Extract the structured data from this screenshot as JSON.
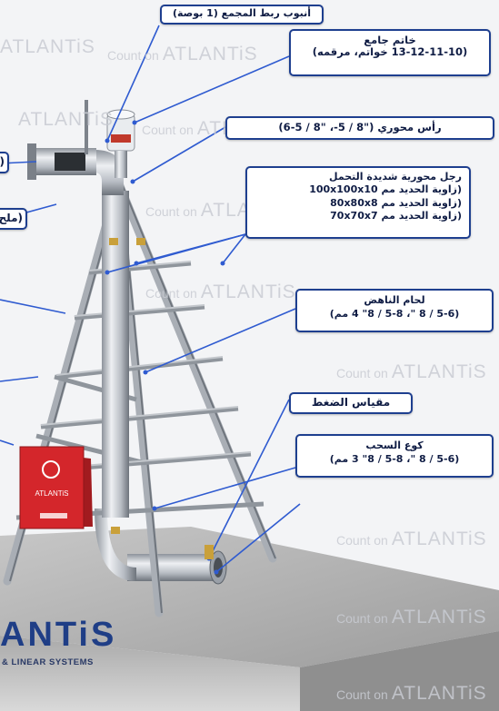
{
  "watermark": {
    "prefix": "Count on",
    "brand": "ATLANTiS"
  },
  "callouts": {
    "collector_pipe": "أنبوب ربط المجمع (1 بوصة)",
    "collector_ring": {
      "line1": "خاتم جامع",
      "line2": "(13-12-11-10 خواتم، مرقمه)"
    },
    "pivot_head": "رأس محوري (\"8 / 5-، \"8 / 5-6)",
    "legs": {
      "line1": "رجل محورية شديدة التحمل",
      "line2": "(زاوية الحديد مم 100x100x10",
      "line3": "(زاوية الحديد مم 80x80x8",
      "line4": "(زاوية الحديد مم 70x70x7"
    },
    "riser": {
      "line1": "لحام الناهض",
      "line2": "(5-6 / 8 \"، 5-8 / 8\" 4 مم)"
    },
    "pressure_gauge": "مقياس الضغط",
    "suction_elbow": {
      "line1": "كوع السحب",
      "line2": "(5-6 / 8 \"، 5-8 / 8\" 3 مم)"
    },
    "left_partial_1": "(",
    "left_partial_2": "(ملح"
  },
  "panel_logo": "ATLANTiS",
  "brand": {
    "name": "ANTiS",
    "tagline": "& LINEAR SYSTEMS"
  },
  "colors": {
    "accent": "#1e3f8f",
    "panel": "#d4262b",
    "callout_line": "#2f5bd0"
  }
}
